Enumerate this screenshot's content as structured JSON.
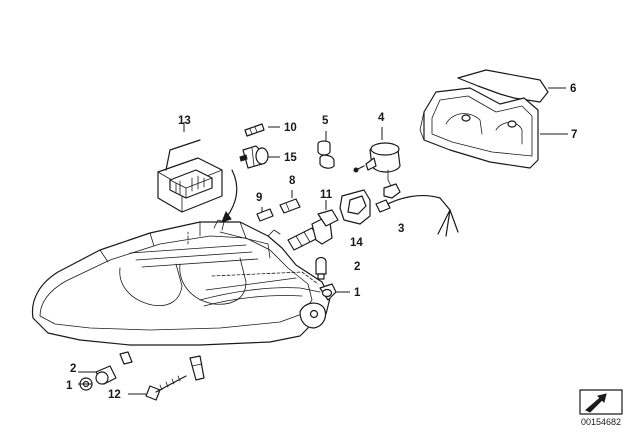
{
  "diagram": {
    "callouts": [
      {
        "id": "c13",
        "label": "13"
      },
      {
        "id": "c10",
        "label": "10"
      },
      {
        "id": "c15",
        "label": "15"
      },
      {
        "id": "c5",
        "label": "5"
      },
      {
        "id": "c4",
        "label": "4"
      },
      {
        "id": "c6",
        "label": "6"
      },
      {
        "id": "c7",
        "label": "7"
      },
      {
        "id": "c9",
        "label": "9"
      },
      {
        "id": "c8",
        "label": "8"
      },
      {
        "id": "c11",
        "label": "11"
      },
      {
        "id": "c14",
        "label": "14"
      },
      {
        "id": "c3",
        "label": "3"
      },
      {
        "id": "c2a",
        "label": "2"
      },
      {
        "id": "c1a",
        "label": "1"
      },
      {
        "id": "c2b",
        "label": "2"
      },
      {
        "id": "c1b",
        "label": "1"
      },
      {
        "id": "c12",
        "label": "12"
      }
    ],
    "document_number": "00154682"
  }
}
